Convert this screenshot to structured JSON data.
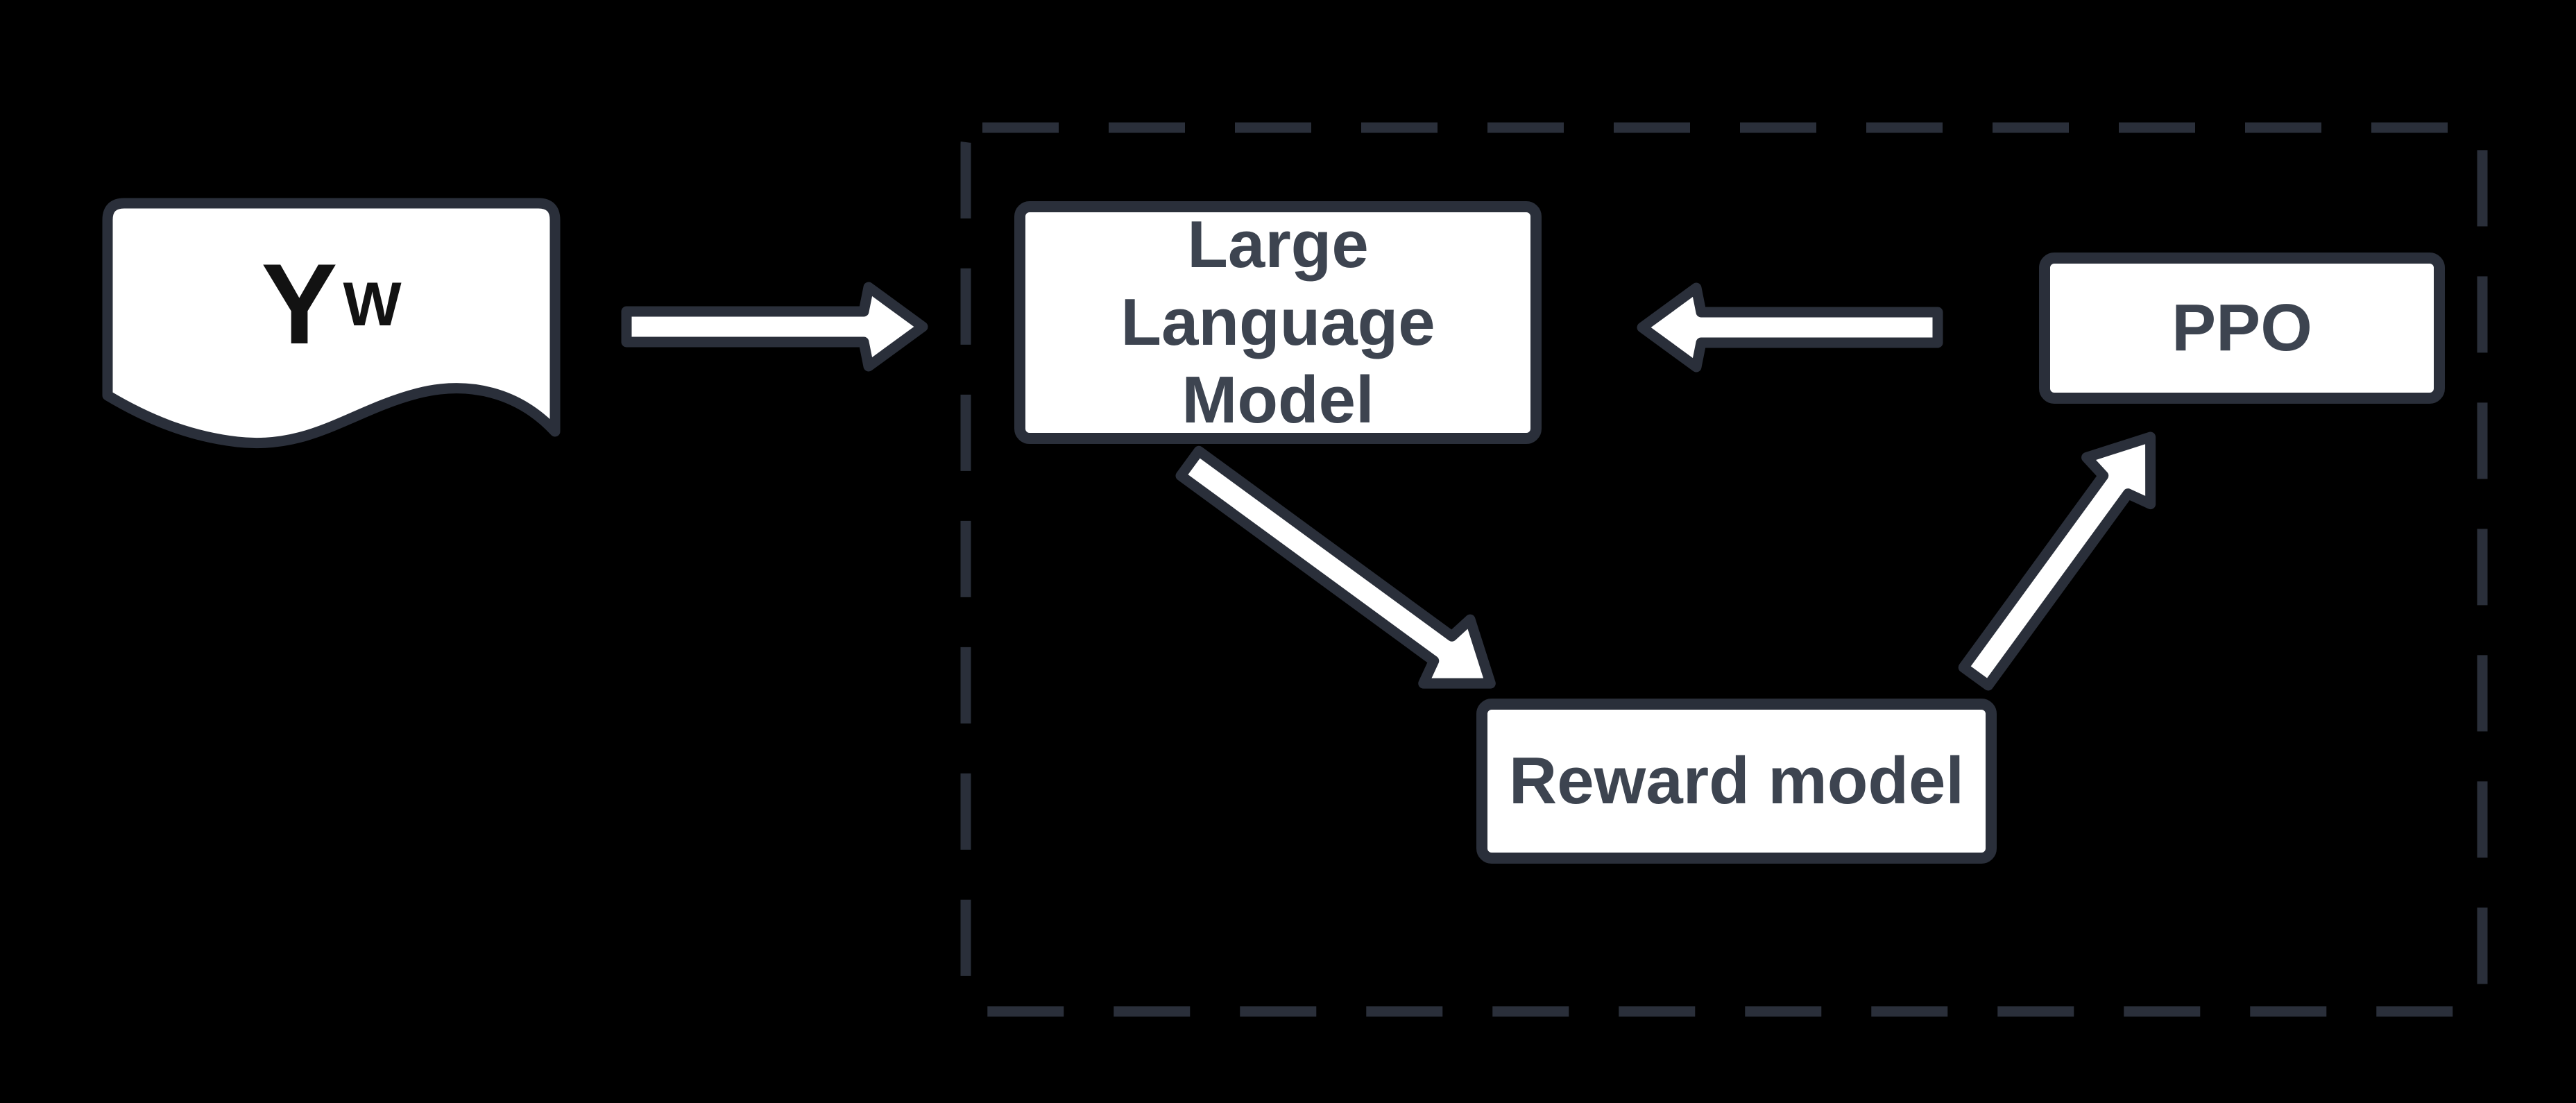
{
  "theme": {
    "bg": "#000000",
    "stroke": "#2a2f3a",
    "shape-fill": "#ffffff",
    "box-text": "#3d4450",
    "doc-text": "#121212"
  },
  "doc": {
    "label_main": "Y",
    "label_sub": "W"
  },
  "boxes": {
    "llm": {
      "line1": "Large Language",
      "line2": "Model"
    },
    "ppo": {
      "label": "PPO"
    },
    "reward": {
      "label": "Reward model"
    }
  },
  "arrows": {
    "doc_to_llm": "right-block-arrow",
    "ppo_to_llm": "left-block-arrow",
    "llm_to_reward": "diagonal-down-right-block-arrow",
    "reward_to_ppo": "diagonal-up-right-block-arrow"
  }
}
